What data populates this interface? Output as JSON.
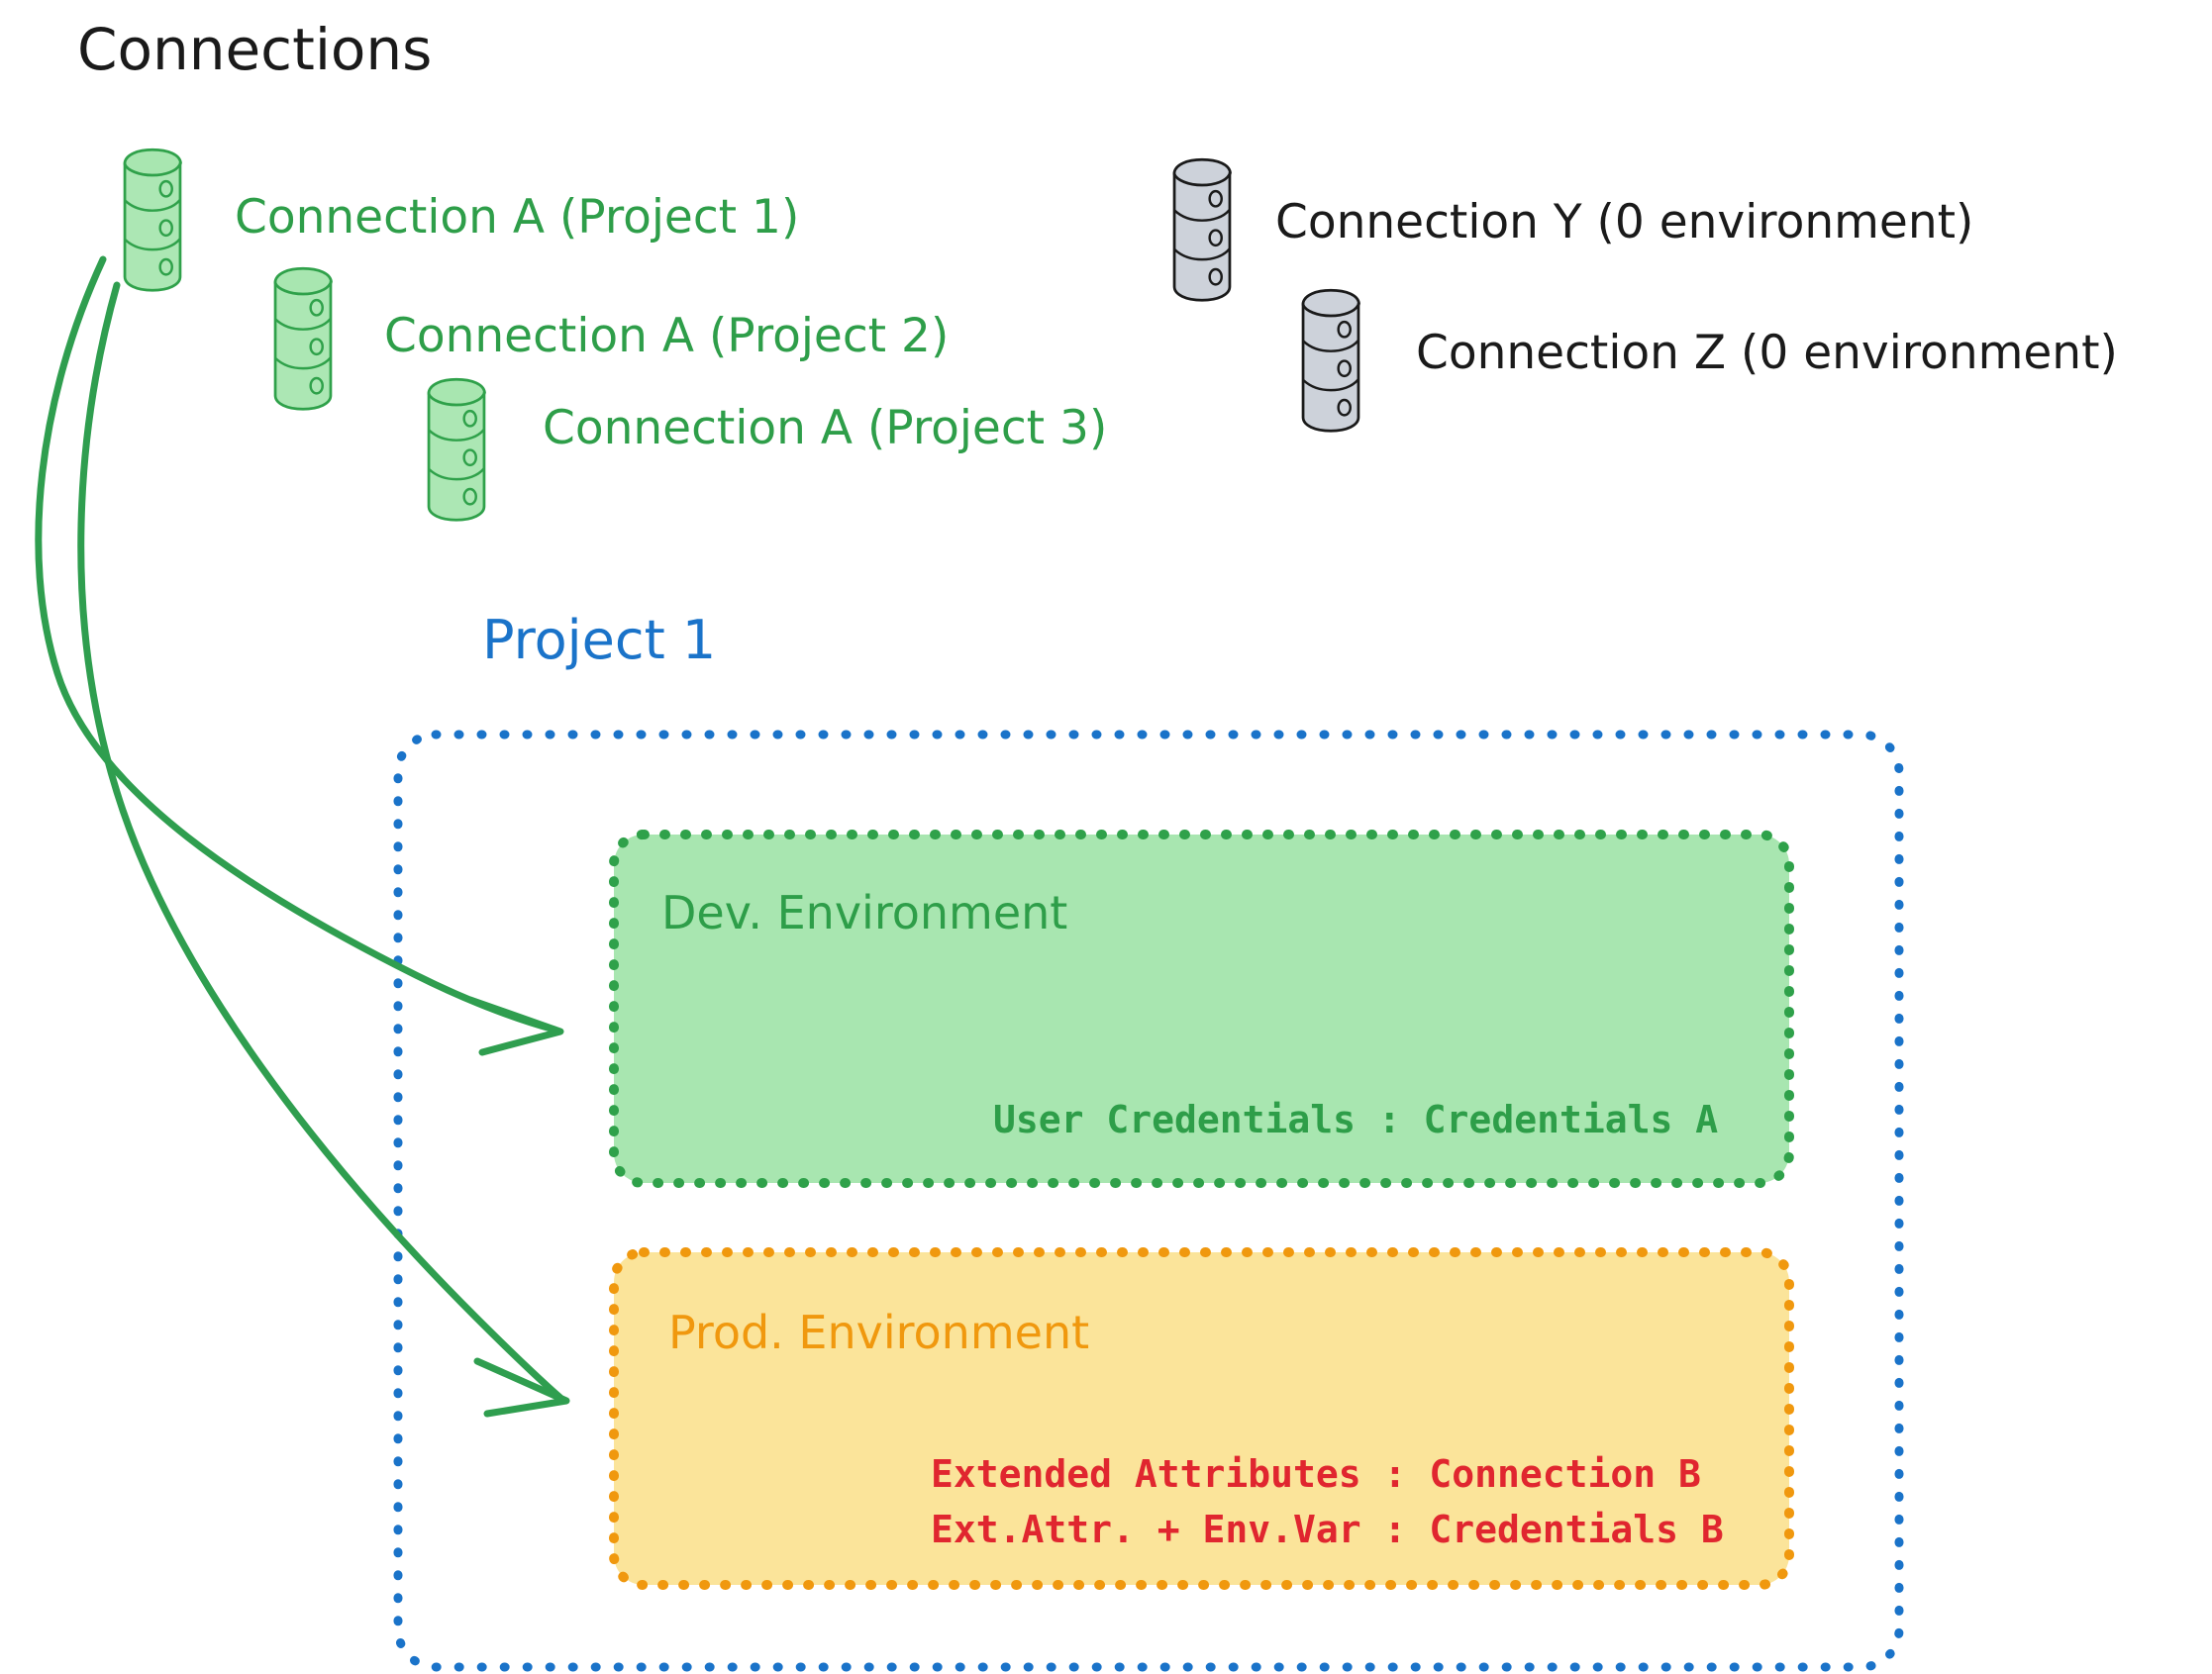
{
  "title": "Connections",
  "colors": {
    "green_stroke": "#2fa14a",
    "green_fill": "#a8e6b0",
    "green_text": "#2e9e49",
    "gray_fill": "#cdd2da",
    "gray_stroke": "#1a1a1a",
    "black_text": "#1a1a1a",
    "blue": "#1a73c9",
    "orange": "#f0980e",
    "orange_fill": "#fbe49a",
    "red": "#e0262f",
    "arrow_green": "#2f9e4f",
    "background": "#ffffff"
  },
  "connections": {
    "green": [
      {
        "label": "Connection A (Project 1)"
      },
      {
        "label": "Connection A (Project 2)"
      },
      {
        "label": "Connection A (Project 3)"
      }
    ],
    "gray": [
      {
        "label": "Connection Y (0 environment)"
      },
      {
        "label": "Connection Z (0 environment)"
      }
    ]
  },
  "project": {
    "title": "Project 1",
    "environments": [
      {
        "name": "Dev. Environment",
        "lines": [
          "User Credentials : Credentials A"
        ]
      },
      {
        "name": "Prod. Environment",
        "lines": [
          "Extended Attributes : Connection B",
          "Ext.Attr. + Env.Var : Credentials B"
        ]
      }
    ]
  },
  "arrows": [
    {
      "name": "arrow-to-dev-environment"
    },
    {
      "name": "arrow-to-prod-environment"
    }
  ]
}
